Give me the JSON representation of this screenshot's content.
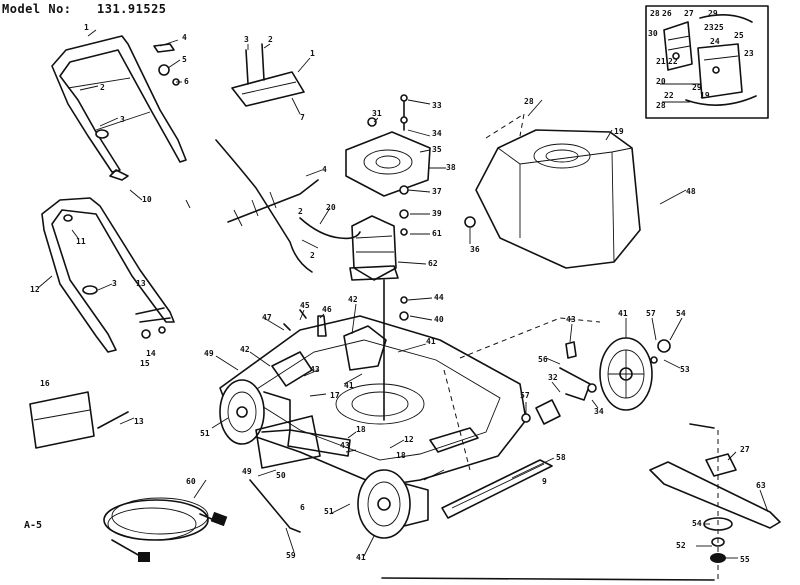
{
  "header": {
    "model_label": "Model No:",
    "model_number": "131.91525"
  },
  "page_ref": "A-5",
  "callouts": {
    "c1": "1",
    "c2": "2",
    "c3": "3",
    "c4": "4",
    "c5": "5",
    "c6": "6",
    "c7": "7",
    "c9": "9",
    "c10": "10",
    "c11": "11",
    "c12": "12",
    "c13": "13",
    "c14": "14",
    "c15": "15",
    "c16": "16",
    "c17": "17",
    "c18": "18",
    "c19": "19",
    "c20": "20",
    "c21": "21",
    "c22": "22",
    "c23": "23",
    "c24": "24",
    "c25": "25",
    "c26": "26",
    "c27": "27",
    "c28": "28",
    "c29": "29",
    "c30": "30",
    "c31": "31",
    "c32": "32",
    "c33": "33",
    "c34": "34",
    "c35": "35",
    "c36": "36",
    "c37": "37",
    "c38": "38",
    "c39": "39",
    "c40": "40",
    "c41": "41",
    "c42": "42",
    "c43": "43",
    "c44": "44",
    "c45": "45",
    "c46": "46",
    "c47": "47",
    "c48": "48",
    "c49": "49",
    "c50": "50",
    "c51": "51",
    "c52": "52",
    "c53": "53",
    "c54": "54",
    "c55": "55",
    "c56": "56",
    "c57": "57",
    "c58": "58",
    "c59": "59",
    "c60": "60",
    "c61": "61",
    "c62": "62",
    "c63": "63"
  }
}
